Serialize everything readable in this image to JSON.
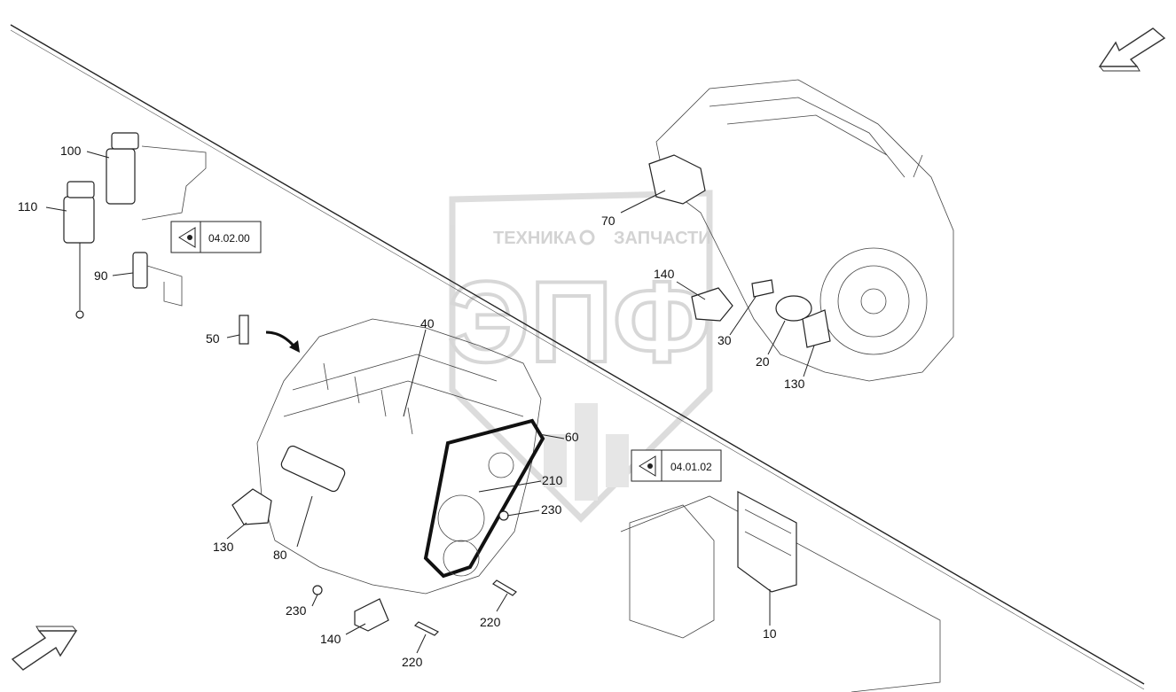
{
  "watermark": {
    "top_text_left": "ТЕХНИКА",
    "top_text_right": "ЗАПЧАСТИ",
    "big_text": "ЭПФ",
    "color": "#d6d6d6"
  },
  "callouts": {
    "p10": "10",
    "p20": "20",
    "p30": "30",
    "p40": "40",
    "p50": "50",
    "p60": "60",
    "p70": "70",
    "p80": "80",
    "p90": "90",
    "p100": "100",
    "p110": "110",
    "p130a": "130",
    "p130b": "130",
    "p140a": "140",
    "p140b": "140",
    "p210": "210",
    "p220a": "220",
    "p220b": "220",
    "p230a": "230",
    "p230b": "230"
  },
  "references": {
    "ref1": "04.02.00",
    "ref2": "04.01.02"
  },
  "icons": {
    "nav_next": "arrow-up-left-icon",
    "nav_prev": "arrow-down-right-icon",
    "ref_icon": "eye-view-icon"
  }
}
